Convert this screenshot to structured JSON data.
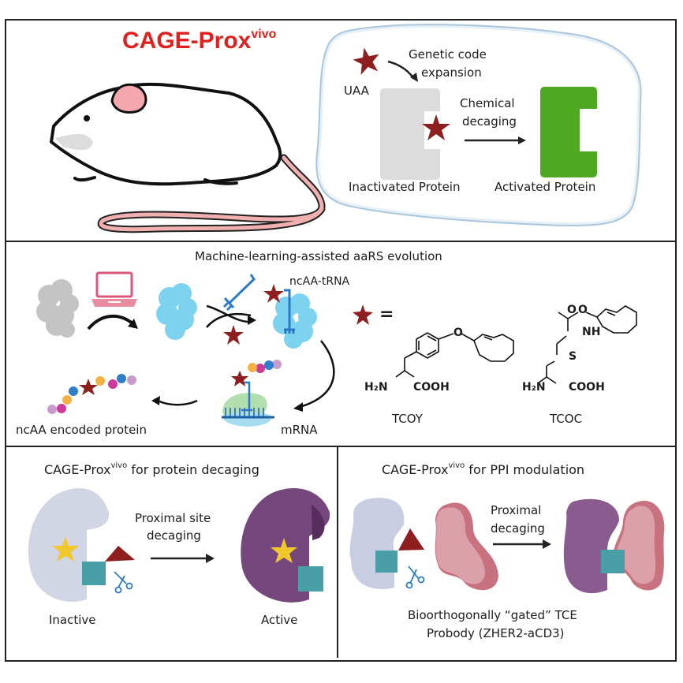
{
  "panel_top": {
    "title_main": "CAGE-Prox",
    "title_sup": "vivo",
    "uaa_label": "UAA",
    "gce_line1": "Genetic code",
    "gce_line2": "expansion",
    "decaging_line1": "Chemical",
    "decaging_line2": "decaging",
    "inactive_label": "Inactivated Protein",
    "active_label": "Activated Protein",
    "colors": {
      "title": "#e0201e",
      "star": "#8f1f1f",
      "inactive": "#dcdcdc",
      "active": "#4ea820",
      "cell_border": "#a9c6dc"
    }
  },
  "panel_middle": {
    "title": "Machine-learning-assisted aaRS evolution",
    "trna_label": "ncAA-tRNA",
    "mrna_label": "mRNA",
    "protein_label": "ncAA encoded protein",
    "equals": "=",
    "molecules": [
      {
        "name": "TCOY",
        "amine": "H₂N",
        "acid": "COOH",
        "hetero": [
          "O"
        ]
      },
      {
        "name": "TCOC",
        "amine": "H₂N",
        "acid": "COOH",
        "hetero": [
          "O",
          "O",
          "NH",
          "S"
        ]
      }
    ]
  },
  "panel_bottom_left": {
    "title_main": "CAGE-Prox",
    "title_sup": "vivo",
    "title_rest": " for protein decaging",
    "arrow_line1": "Proximal site",
    "arrow_line2": "decaging",
    "inactive_label": "Inactive",
    "active_label": "Active"
  },
  "panel_bottom_right": {
    "title_main": "CAGE-Prox",
    "title_sup": "vivo",
    "title_rest": " for PPI modulation",
    "arrow_line1": "Proximal",
    "arrow_line2": "decaging",
    "caption_line1": "Bioorthogonally “gated” TCE",
    "caption_line2": "Probody (ZHER2-aCD3)"
  }
}
